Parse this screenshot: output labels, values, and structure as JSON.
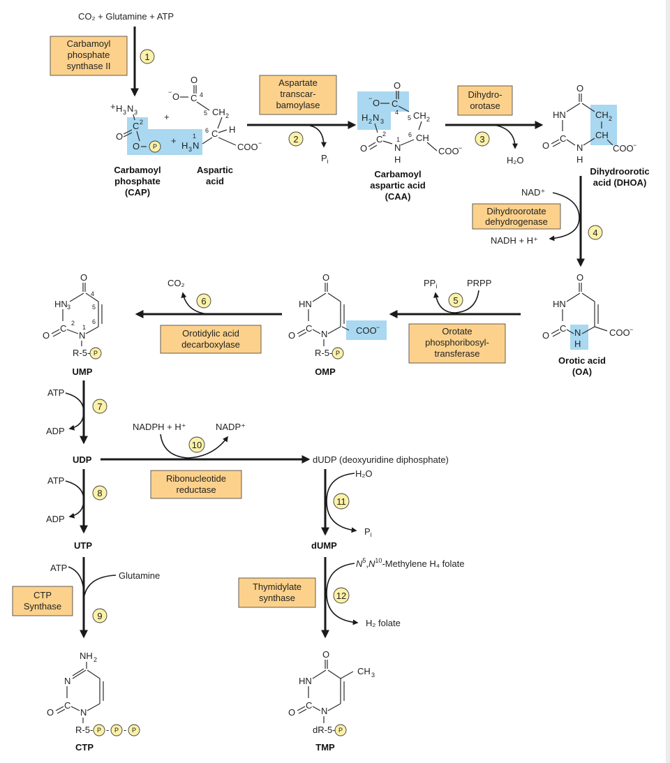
{
  "start": {
    "reactants": "CO₂ + Glutamine + ATP"
  },
  "enzymes": {
    "e1": [
      "Carbamoyl",
      "phosphate",
      "synthase II"
    ],
    "e2": [
      "Aspartate",
      "transcar-",
      "bamoylase"
    ],
    "e3": [
      "Dihydro-",
      "orotase"
    ],
    "e4": [
      "Dihydroorotate",
      "dehydrogenase"
    ],
    "e5": [
      "Orotate",
      "phosphoribosyl-",
      "transferase"
    ],
    "e6": [
      "Orotidylic acid",
      "decarboxylase"
    ],
    "e9": [
      "CTP",
      "Synthase"
    ],
    "e10": [
      "Ribonucleotide",
      "reductase"
    ],
    "e12": [
      "Thymidylate",
      "synthase"
    ]
  },
  "steps": [
    "1",
    "2",
    "3",
    "4",
    "5",
    "6",
    "7",
    "8",
    "9",
    "10",
    "11",
    "12"
  ],
  "compounds": {
    "cap": [
      "Carbamoyl",
      "phosphate",
      "(CAP)"
    ],
    "asp": [
      "Aspartic",
      "acid"
    ],
    "caa": [
      "Carbamoyl",
      "aspartic acid",
      "(CAA)"
    ],
    "dhoa": [
      "Dihydroorotic",
      "acid (DHOA)"
    ],
    "oa": [
      "Orotic acid",
      "(OA)"
    ],
    "omp": "OMP",
    "ump": "UMP",
    "udp": "UDP",
    "utp": "UTP",
    "ctp": "CTP",
    "dudp": "dUDP (deoxyuridine diphosphate)",
    "dump": "dUMP",
    "tmp": "TMP"
  },
  "cofactors": {
    "pi_2": "P",
    "h2o_3": "H₂O",
    "nad": "NAD⁺",
    "nadh": "NADH + H⁺",
    "ppi": "PP",
    "prpp": "PRPP",
    "co2": "CO₂",
    "atp7": "ATP",
    "adp7": "ADP",
    "atp8": "ATP",
    "adp8": "ADP",
    "atp9": "ATP",
    "gln9": "Glutamine",
    "nadph": "NADPH + H⁺",
    "nadp": "NADP⁺",
    "h2o11": "H₂O",
    "pi11": "P",
    "methylene": "-Methylene H₄ folate",
    "h2folate": "H₂ folate"
  },
  "colors": {
    "enzyme_box": "#fcd18b",
    "highlight": "#a9d8f0",
    "step_circle": "#fbf1a8"
  }
}
